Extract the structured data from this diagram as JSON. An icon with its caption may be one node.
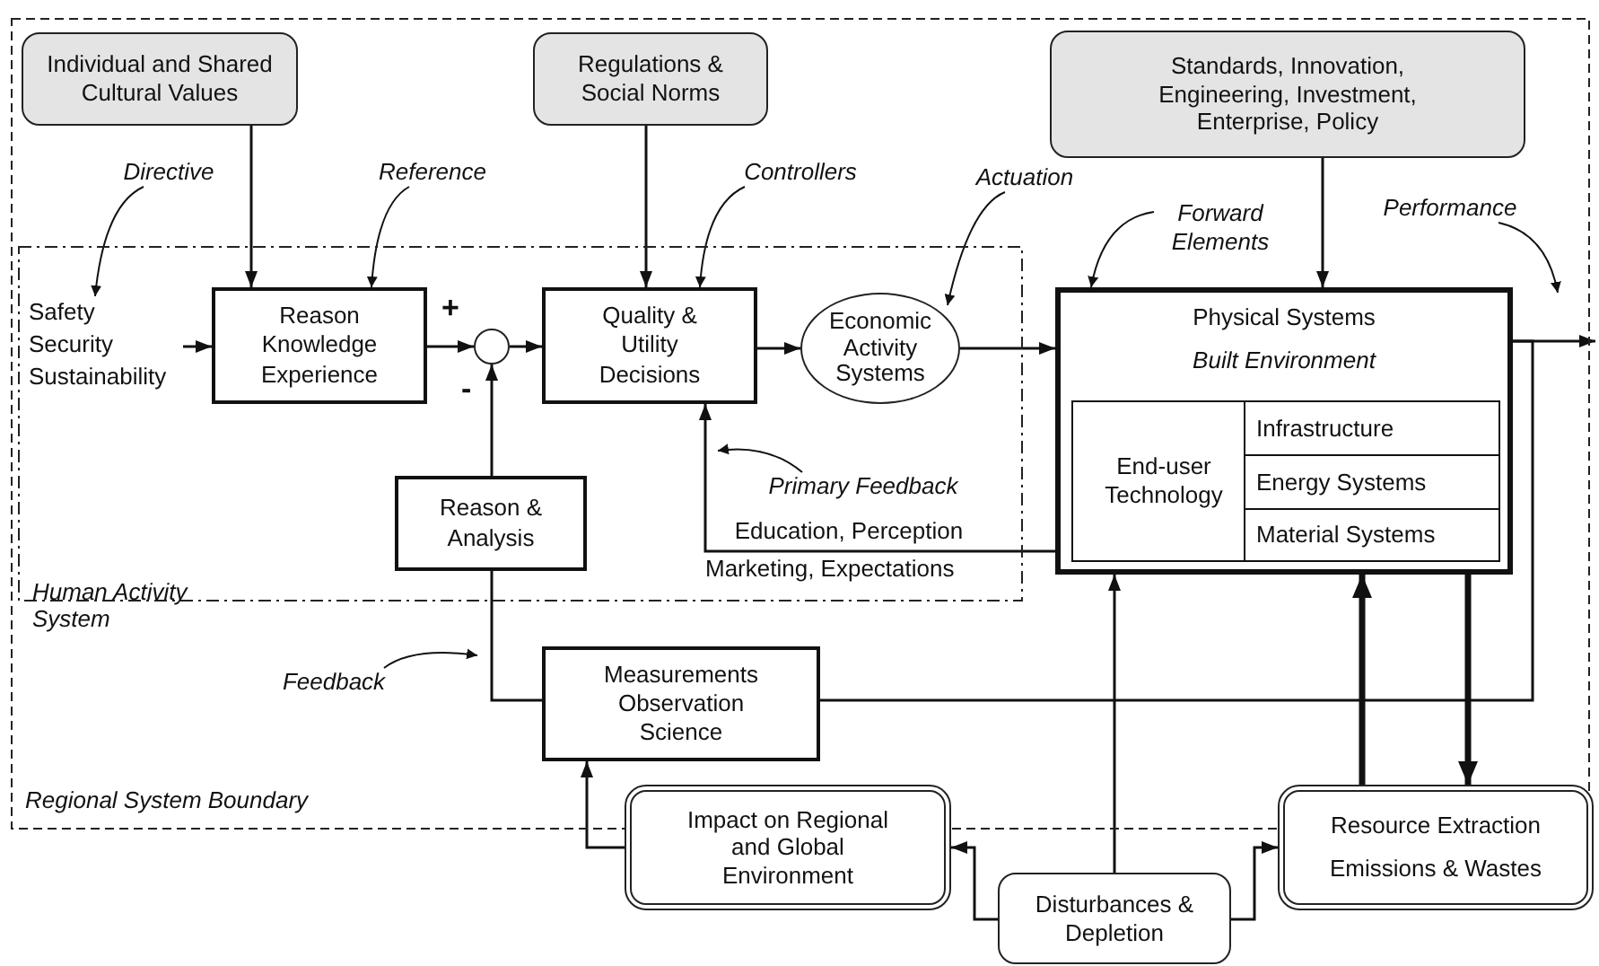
{
  "diagram": {
    "nodes": [
      {
        "text": [
          "Regional System Boundary"
        ]
      },
      {
        "text": [
          "Human Activity System"
        ],
        "in": 0
      },
      {
        "text": [
          "Individual and Shared Cultural Values"
        ],
        "in": 0
      },
      {
        "text": [
          "Regulations & Social Norms"
        ],
        "in": 0
      },
      {
        "text": [
          "Standards, Innovation, Engineering, Investment, Enterprise, Policy"
        ],
        "in": 0
      },
      {
        "text": [
          "Directive"
        ],
        "in": 0
      },
      {
        "text": [
          "Reference"
        ],
        "in": 0
      },
      {
        "text": [
          "Controllers"
        ],
        "in": 0
      },
      {
        "text": [
          "Actuation"
        ],
        "in": 0
      },
      {
        "text": [
          "Forward Elements"
        ],
        "in": 0
      },
      {
        "text": [
          "Performance"
        ],
        "in": 0
      },
      {
        "text": [
          "Safety Security Sustainability"
        ],
        "in": 1
      },
      {
        "text": [
          "Reason Knowledge Experience"
        ],
        "in": 1
      },
      {
        "text": [],
        "shape": "circle",
        "in": 1
      },
      {
        "text": [
          "Quality & Utility Decisions"
        ],
        "in": 1
      },
      {
        "text": [
          "Economic Activity Systems"
        ],
        "in": 1
      },
      {
        "text": [
          "Physical Systems",
          "Built Environment"
        ],
        "in": 0
      },
      {
        "text": [
          "End-user Technology"
        ],
        "in": 16
      },
      {
        "text": [
          "Infrastructure"
        ],
        "in": 16
      },
      {
        "text": [
          "Energy Systems"
        ],
        "in": 16
      },
      {
        "text": [
          "Material Systems"
        ],
        "in": 16
      },
      {
        "text": [
          "Primary Feedback"
        ],
        "in": 1
      },
      {
        "text": [
          "Reason & Analysis"
        ],
        "in": 1
      },
      {
        "text": [
          "Feedback"
        ],
        "in": 0
      },
      {
        "text": [
          "Measurements Observation Science"
        ],
        "in": 0
      },
      {
        "text": [
          "Impact on Regional and Global Environment"
        ]
      },
      {
        "text": [
          "Disturbances & Depletion"
        ]
      },
      {
        "text": [
          "Resource Extraction",
          "Emissions & Wastes"
        ]
      }
    ],
    "edges": [
      {
        "from": 2,
        "to": 12,
        "arrow": "to"
      },
      {
        "from": 11,
        "to": 12,
        "arrow": "to"
      },
      {
        "from": 12,
        "to": 13,
        "arrow": "to"
      },
      {
        "from": 13,
        "to": 14,
        "arrow": "to"
      },
      {
        "from": 22,
        "to": 13,
        "arrow": "to"
      },
      {
        "from": 3,
        "to": 14,
        "arrow": "to"
      },
      {
        "from": 14,
        "to": 15,
        "arrow": "to"
      },
      {
        "from": 15,
        "to": 16,
        "arrow": "to"
      },
      {
        "from": 4,
        "to": 16,
        "arrow": "to"
      },
      {
        "from": 16,
        "to": null,
        "arrow": "to"
      },
      {
        "from": 16,
        "to": 14,
        "arrow": "to",
        "label": "Education, Perception"
      },
      {
        "from": 16,
        "to": 24,
        "arrow": "none"
      },
      {
        "from": 24,
        "to": 22,
        "arrow": "none"
      },
      {
        "from": 25,
        "to": 24,
        "arrow": "to"
      },
      {
        "from": 26,
        "to": 25,
        "arrow": "to"
      },
      {
        "from": 26,
        "to": 27,
        "arrow": "to"
      },
      {
        "from": 26,
        "to": 16,
        "arrow": "to"
      },
      {
        "from": 27,
        "to": 16,
        "arrow": "to",
        "style": "thick"
      },
      {
        "from": 16,
        "to": 27,
        "arrow": "to",
        "style": "thick"
      },
      {
        "from": 5,
        "to": 11,
        "arrow": "to"
      },
      {
        "from": 6,
        "to": 12,
        "arrow": "to"
      },
      {
        "from": 7,
        "to": 14,
        "arrow": "to"
      },
      {
        "from": 8,
        "to": 15,
        "arrow": "to"
      },
      {
        "from": 9,
        "to": 16,
        "arrow": "to"
      },
      {
        "from": 10,
        "to": null,
        "arrow": "to"
      },
      {
        "from": 21,
        "to": null,
        "arrow": "to"
      },
      {
        "from": 23,
        "to": null,
        "arrow": "to"
      }
    ],
    "labels": [
      "+",
      "-",
      "Marketing, Expectations"
    ]
  }
}
